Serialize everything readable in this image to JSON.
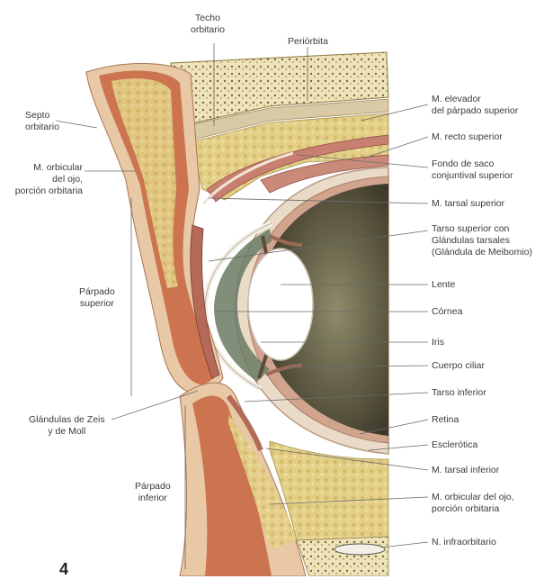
{
  "figure_number": "4",
  "labels": {
    "techo_orbitario": [
      "Techo",
      "orbitario"
    ],
    "periorbita": [
      "Periórbita"
    ],
    "septo_orbitario": [
      "Septo",
      "orbitario"
    ],
    "m_orbicular_orbitaria": [
      "M. orbicular",
      "del ojo,",
      "porción orbitaria"
    ],
    "parpado_superior": [
      "Párpado",
      "superior"
    ],
    "glandulas_zeis_moll": [
      "Glándulas de Zeis",
      "y de Moll"
    ],
    "parpado_inferior": [
      "Párpado",
      "inferior"
    ],
    "m_elevador": [
      "M. elevador",
      "del párpado superior"
    ],
    "m_recto_superior": [
      "M. recto superior"
    ],
    "fondo_saco": [
      "Fondo de saco",
      "conjuntival superior"
    ],
    "m_tarsal_superior": [
      "M. tarsal superior"
    ],
    "tarso_superior": [
      "Tarso superior con",
      "Glándulas tarsales",
      "(Glándula de Meibomio)"
    ],
    "lente": [
      "Lente"
    ],
    "cornea": [
      "Córnea"
    ],
    "iris": [
      "Iris"
    ],
    "cuerpo_ciliar": [
      "Cuerpo ciliar"
    ],
    "tarso_inferior": [
      "Tarso inferior"
    ],
    "retina": [
      "Retina"
    ],
    "esclerotica": [
      "Esclerótica"
    ],
    "m_tarsal_inferior": [
      "M. tarsal inferior"
    ],
    "m_orbicular_inferior": [
      "M. orbicular del ojo,",
      "porción orbitaria"
    ],
    "n_infraorbitario": [
      "N. infraorbitario"
    ]
  }
}
